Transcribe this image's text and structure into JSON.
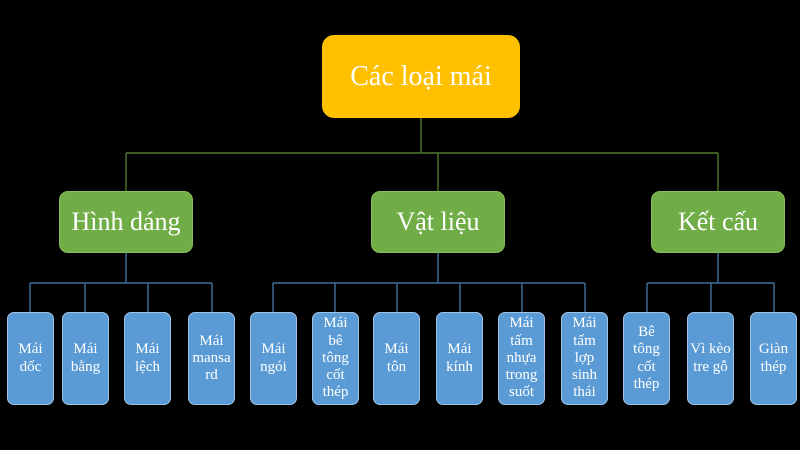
{
  "diagram": {
    "root": {
      "label": "Các loại mái"
    },
    "branches": [
      {
        "label": "Hình dáng",
        "children": [
          "Mái dốc",
          "Mái bằng",
          "Mái lệch",
          "Mái mansard"
        ]
      },
      {
        "label": "Vật liệu",
        "children": [
          "Mái ngói",
          "Mái bê tông cốt thép",
          "Mái tôn",
          "Mái kính",
          "Mái tấm nhựa trong suốt",
          "Mái tấm lợp sinh thái"
        ]
      },
      {
        "label": "Kết cấu",
        "children": [
          "Bê tông cốt thép",
          "Vì kèo tre gỗ",
          "Giàn thép"
        ]
      }
    ]
  },
  "colors": {
    "background": "#000000",
    "root_fill": "#FFC000",
    "branch_fill": "#70AD47",
    "leaf_fill": "#5B9BD5",
    "leaf_border": "#9DC3E6",
    "branch_connector": "#4E7A2E",
    "leaf_connector": "#41719C",
    "text": "#FFFFFF"
  }
}
